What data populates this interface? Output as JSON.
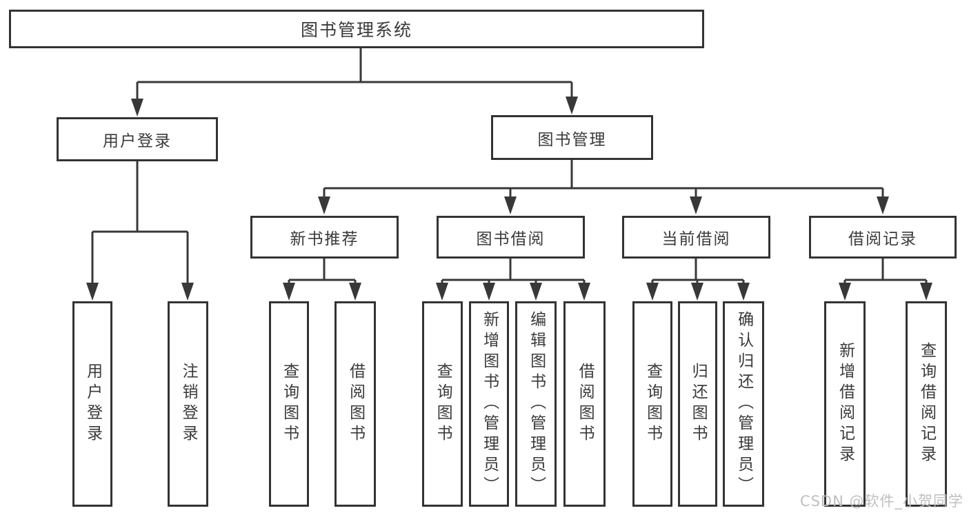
{
  "diagram": {
    "type": "hierarchy",
    "root": {
      "label": "图书管理系统"
    },
    "children": [
      {
        "label": "用户登录",
        "children": [
          {
            "label": "用户登录"
          },
          {
            "label": "注销登录"
          }
        ]
      },
      {
        "label": "图书管理",
        "children": [
          {
            "label": "新书推荐",
            "children": [
              {
                "label": "查询图书"
              },
              {
                "label": "借阅图书"
              }
            ]
          },
          {
            "label": "图书借阅",
            "children": [
              {
                "label": "查询图书"
              },
              {
                "label": "新增图书（管理员）"
              },
              {
                "label": "编辑图书（管理员）"
              },
              {
                "label": "借阅图书"
              }
            ]
          },
          {
            "label": "当前借阅",
            "children": [
              {
                "label": "查询图书"
              },
              {
                "label": "归还图书"
              },
              {
                "label": "确认归还（管理员）"
              }
            ]
          },
          {
            "label": "借阅记录",
            "children": [
              {
                "label": "新增借阅记录"
              },
              {
                "label": "查询借阅记录"
              }
            ]
          }
        ]
      }
    ]
  },
  "watermark": {
    "text": "CSDN @软件_小贺同学"
  },
  "colors": {
    "line": "#383838",
    "box_border": "#333333",
    "text": "#3a3a3a",
    "background": "#ffffff",
    "watermark": "#bfbfbf"
  }
}
